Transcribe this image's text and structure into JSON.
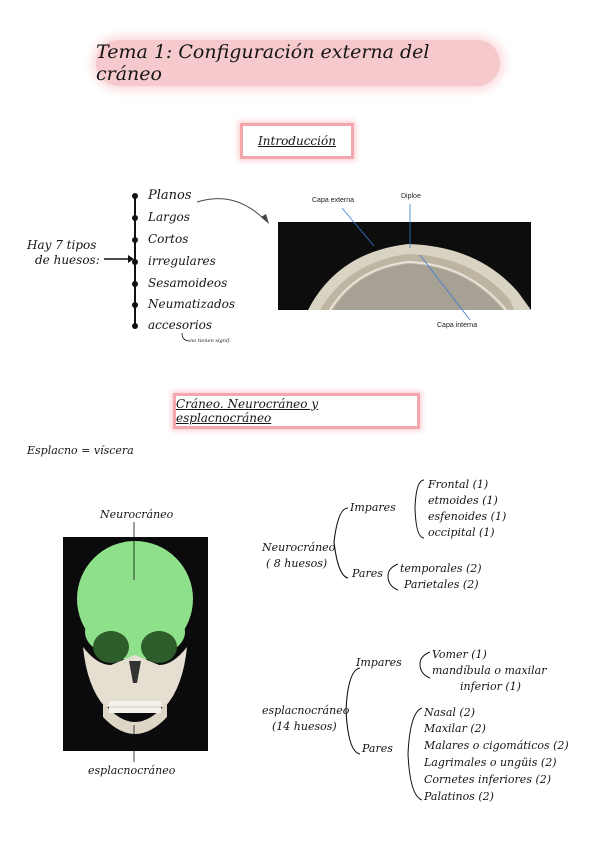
{
  "title": "Tema 1: Configuración externa del cráneo",
  "section1": {
    "heading": "Introducción"
  },
  "bone_types": {
    "intro_line1": "Hay 7 tipos",
    "intro_line2": "de huesos:",
    "items": [
      "Planos",
      "Largos",
      "Cortos",
      "irregulares",
      "Sesamoideos",
      "Neumatizados",
      "accesorios"
    ],
    "note": "no tienen signif."
  },
  "skull_section_labels": {
    "outer": "Capa externa",
    "diploe": "Diploe",
    "inner": "Capa interna"
  },
  "section2": {
    "heading": "Cráneo. Neurocráneo y esplacnocráneo"
  },
  "definition": "Esplacno = víscera",
  "skull_labels": {
    "top": "Neurocráneo",
    "bottom": "esplacnocráneo"
  },
  "neuro": {
    "label": "Neurocráneo",
    "count": "( 8 huesos)",
    "impares_label": "Impares",
    "impares": [
      "Frontal (1)",
      "etmoides (1)",
      "esfenoides (1)",
      "occipital (1)"
    ],
    "pares_label": "Pares",
    "pares": [
      "temporales (2)",
      "Parietales (2)"
    ]
  },
  "esplacno": {
    "label": "esplacnocráneo",
    "count": "(14 huesos)",
    "impares_label": "Impares",
    "impares": [
      "Vomer (1)",
      "mandíbula o maxilar",
      "inferior (1)"
    ],
    "pares_label": "Pares",
    "pares": [
      "Nasal (2)",
      "Maxilar (2)",
      "Malares o cigomáticos (2)",
      "Lagrimales o ungüis (2)",
      "Cornetes inferiores (2)",
      "Palatinos (2)"
    ]
  },
  "colors": {
    "title_bg": "#f6c9cc",
    "box_border": "#f4a8ad",
    "neuro_green": "#8fe08a"
  }
}
